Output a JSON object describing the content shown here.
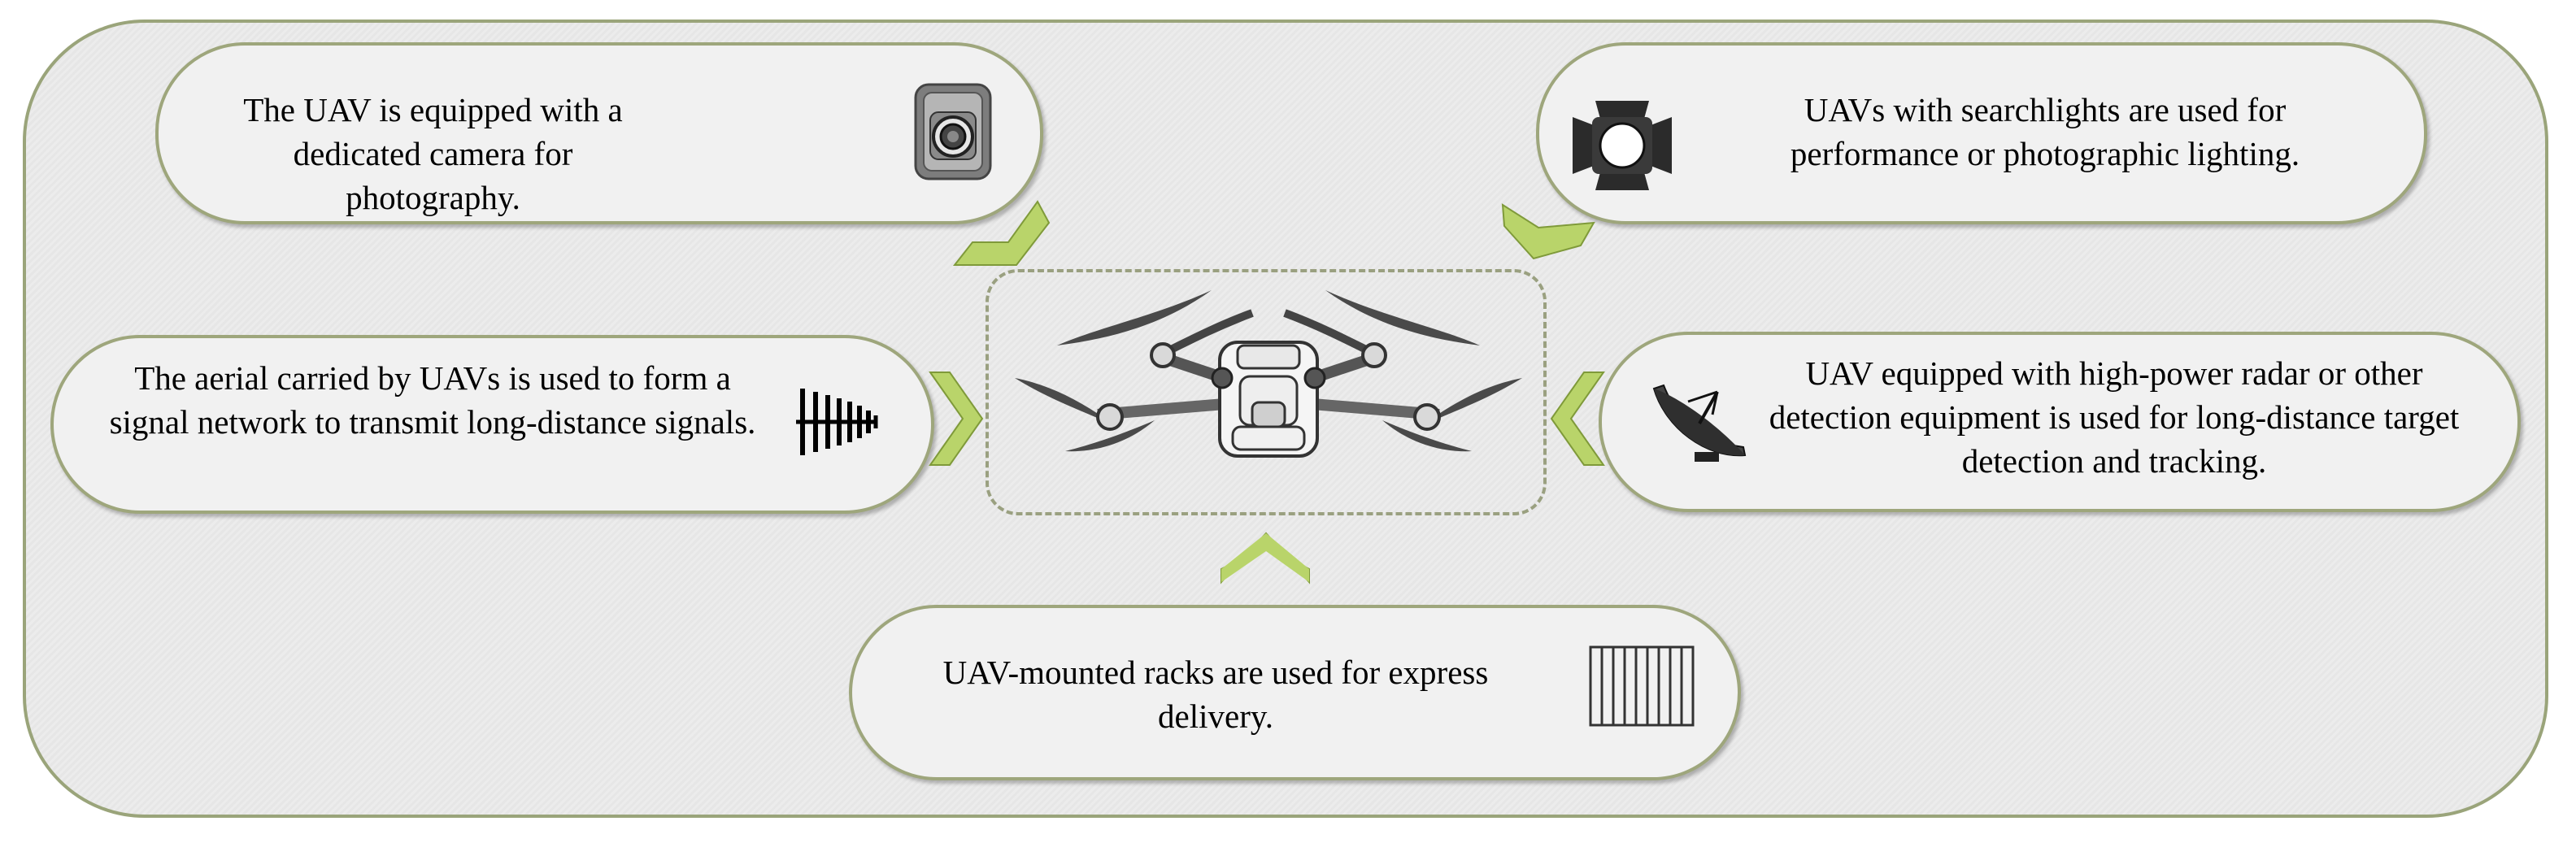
{
  "nodes": {
    "camera": {
      "text": "The UAV is equipped with a dedicated camera for photography.",
      "icon": "camera-icon"
    },
    "searchlight": {
      "text": "UAVs with searchlights are used for performance or photographic lighting.",
      "icon": "searchlight-icon"
    },
    "aerial": {
      "text": "The aerial carried by UAVs is used to form a signal network to transmit long-distance signals.",
      "icon": "antenna-icon"
    },
    "radar": {
      "text": "UAV equipped with high-power radar or other detection equipment is used for long-distance target detection and tracking.",
      "icon": "radar-dish-icon"
    },
    "racks": {
      "text": "UAV-mounted racks are used for express delivery.",
      "icon": "rack-icon"
    }
  },
  "center": {
    "icon": "drone-icon"
  },
  "colors": {
    "frame": "#9aa47a",
    "arrow": "#b9d46a",
    "pill_fill": "#f1f1f1",
    "background": "#e8e8e8"
  }
}
